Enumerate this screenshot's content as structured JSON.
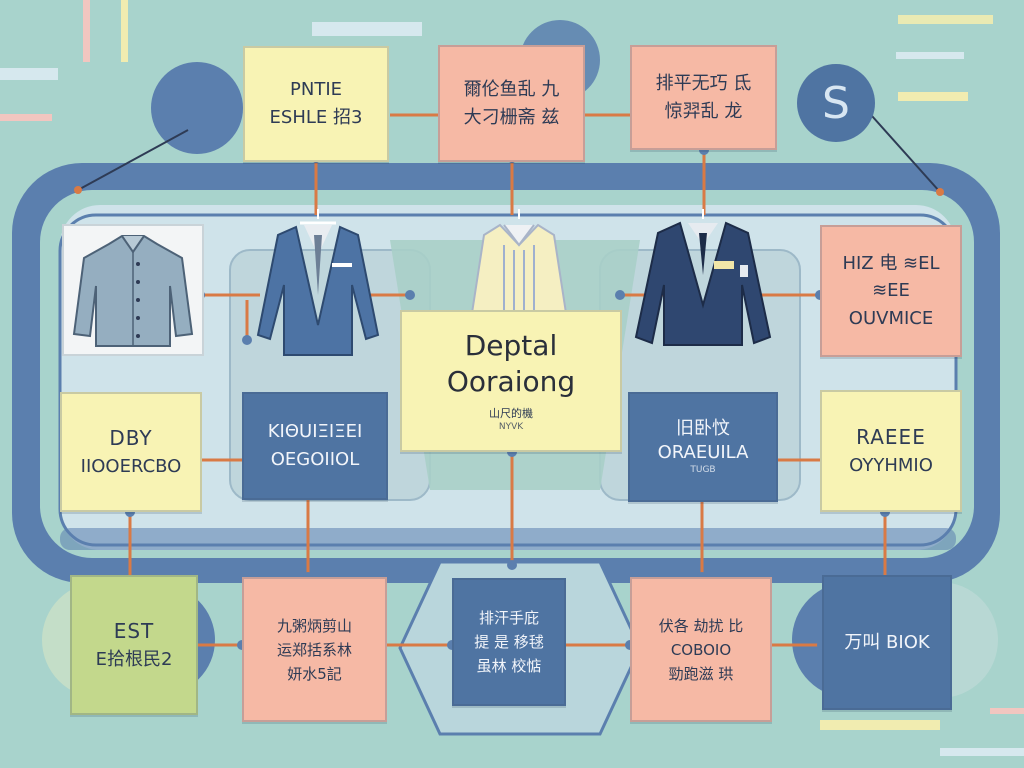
{
  "colors": {
    "background": "#a8d3cc",
    "frame": "#5b7fae",
    "yellow": "#f8f3b4",
    "pink": "#f6b9a5",
    "blue": "#4f74a2",
    "green": "#c3d88c",
    "connector": "#d97a45"
  },
  "badge": {
    "letter": "S"
  },
  "center": {
    "title_line1": "Deptal",
    "title_line2": "Ooraiong",
    "sub_line1": "山尺的機",
    "sub_line2": "NYVK"
  },
  "cards": {
    "top_left": {
      "line1": "PNTIE",
      "line2": "ESHLE 招3"
    },
    "top_middle": {
      "line1": "爾伦鱼乱 九",
      "line2": "大刁栅斋 兹"
    },
    "top_right": {
      "line1": "排平无巧 氐",
      "line2": "惊羿乱 龙"
    },
    "right_upper": {
      "line1": "HIZ 电 ≋EL",
      "line2": "≋EE",
      "line3": "OUVMICE"
    },
    "left_mid": {
      "line1": "DBY",
      "line2": "IIOOERCBO"
    },
    "left_blue": {
      "line1": "ΚΙΘUΙΞΙΞΕΙ",
      "line2": "OEGOIIOL"
    },
    "right_blue": {
      "line1": "旧卧忟",
      "line2": "ORAEUILA",
      "line3": "TUGB"
    },
    "right_mid": {
      "line1": "RAEEE",
      "line2": "OYYHMIO"
    },
    "bottom_green": {
      "line1": "EST",
      "line2": "E拾根民2"
    },
    "bottom_pink1": {
      "line1": "九粥炳剪山",
      "line2": "运郑括系林",
      "line3": "妍水5記"
    },
    "bottom_blue": {
      "line1": "排汗手庇",
      "line2": "提 是 移毬",
      "line3": "虽林 校惦"
    },
    "bottom_pink2": {
      "line1": "伏各 劫扰 比",
      "line2": "COBOIO",
      "line3": "勁跑滋 珙"
    },
    "bottom_right": {
      "line1": "万叫 BIOK"
    }
  },
  "icons": [
    "shirt-icon",
    "blazer-icon",
    "blouse-icon",
    "school-jacket-icon",
    "s-badge-icon"
  ]
}
